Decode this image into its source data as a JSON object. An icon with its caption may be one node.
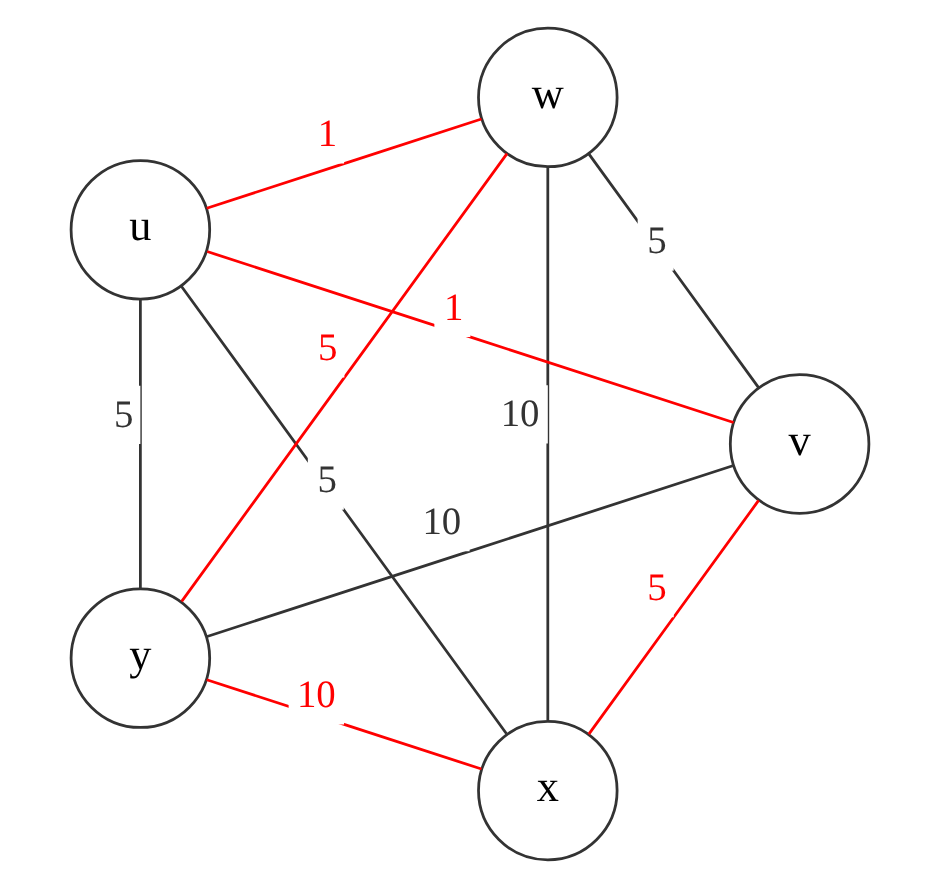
{
  "diagram": {
    "nodes": [
      {
        "text": [
          "x"
        ]
      },
      {
        "text": [
          "v"
        ]
      },
      {
        "text": [
          "u"
        ]
      },
      {
        "text": [
          "w"
        ]
      },
      {
        "text": [
          "y"
        ]
      }
    ],
    "edges": [
      {
        "from": 0,
        "to": 2,
        "arrow": "none",
        "label": "5"
      },
      {
        "from": 0,
        "to": 1,
        "arrow": "none",
        "label": "5",
        "color": "#ff0000"
      },
      {
        "from": 0,
        "to": 4,
        "arrow": "none",
        "label": "10",
        "color": "#ff0000"
      },
      {
        "from": 0,
        "to": 3,
        "arrow": "none",
        "label": "10"
      },
      {
        "from": 2,
        "to": 1,
        "arrow": "none",
        "label": "1",
        "color": "#ff0000"
      },
      {
        "from": 2,
        "to": 3,
        "arrow": "none",
        "label": "1",
        "color": "#ff0000"
      },
      {
        "from": 2,
        "to": 4,
        "arrow": "none",
        "label": "5"
      },
      {
        "from": 1,
        "to": 3,
        "arrow": "none",
        "label": "5"
      },
      {
        "from": 1,
        "to": 4,
        "arrow": "none",
        "label": "10"
      },
      {
        "from": 4,
        "to": 3,
        "arrow": "none",
        "label": "5",
        "color": "#ff0000"
      }
    ]
  }
}
